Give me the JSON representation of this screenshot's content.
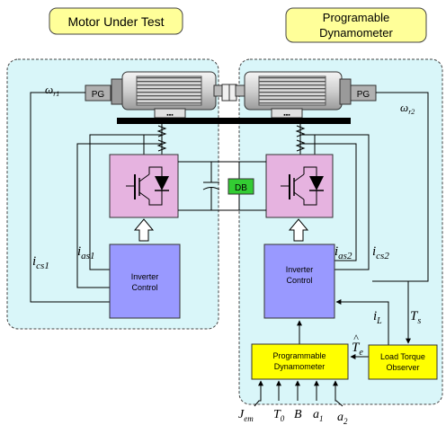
{
  "titles": {
    "left": "Motor Under Test",
    "right_line1": "Programable",
    "right_line2": "Dynamometer"
  },
  "components": {
    "pg_left": "PG",
    "pg_right": "PG",
    "db": "DB",
    "inverter_left_line1": "Inverter",
    "inverter_left_line2": "Control",
    "inverter_right_line1": "Inverter",
    "inverter_right_line2": "Control",
    "prog_dyn_line1": "Programmable",
    "prog_dyn_line2": "Dynamometer",
    "observer_line1": "Load Torque",
    "observer_line2": "Observer"
  },
  "signals": {
    "wr1": "ω",
    "wr1_sub": "r1",
    "wr2": "ω",
    "wr2_sub": "r2",
    "ics1": "i",
    "ics1_sub": "cs1",
    "ias1": "i",
    "ias1_sub": "as1",
    "ias2": "i",
    "ias2_sub": "as2",
    "ics2": "i",
    "ics2_sub": "cs2",
    "iL": "i",
    "iL_sub": "L",
    "Ts": "T",
    "Ts_sub": "s",
    "Te": "T",
    "Te_hat": "^",
    "Te_sub": "e",
    "Jem": "J",
    "Jem_sub": "em",
    "T0": "T",
    "T0_sub": "0",
    "B": "B",
    "a1": "a",
    "a1_sub": "1",
    "a2": "a",
    "a2_sub": "2"
  },
  "colors": {
    "panel_fill": "#d9f6f9",
    "title_fill": "#ffff99",
    "inverter_fill": "#e6b3e0",
    "control_fill": "#9999ff",
    "db_fill": "#33cc33",
    "yellow_block": "#ffff00"
  }
}
